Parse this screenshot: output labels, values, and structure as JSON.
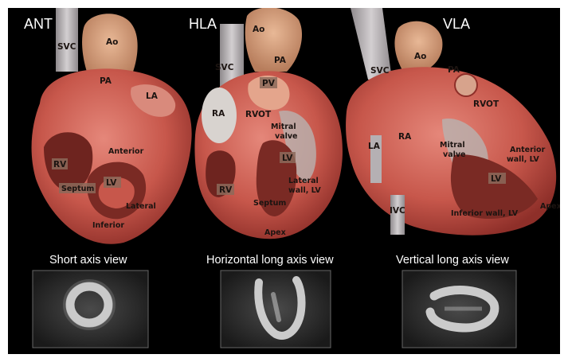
{
  "views": [
    {
      "title": "ANT",
      "caption": "Short axis view",
      "labels": {
        "svc": "SVC",
        "ao": "Ao",
        "pa": "PA",
        "la": "LA",
        "rv": "RV",
        "lv": "LV",
        "septum": "Septum",
        "anterior": "Anterior",
        "lateral": "Lateral",
        "inferior": "Inferior"
      }
    },
    {
      "title": "HLA",
      "caption": "Horizontal long axis view",
      "labels": {
        "ao": "Ao",
        "svc": "SVC",
        "pa": "PA",
        "pv": "PV",
        "ra": "RA",
        "rvot": "RVOT",
        "mitral1": "Mitral",
        "mitral2": "valve",
        "lv": "LV",
        "rv": "RV",
        "septum": "Septum",
        "lateral1": "Lateral",
        "lateral2": "wall, LV",
        "apex": "Apex"
      }
    },
    {
      "title": "VLA",
      "caption": "Vertical long axis view",
      "labels": {
        "svc": "SVC",
        "ao": "Ao",
        "pa": "PA",
        "rvot": "RVOT",
        "la": "LA",
        "ra": "RA",
        "mitral1": "Mitral",
        "mitral2": "valve",
        "anterior1": "Anterior",
        "anterior2": "wall, LV",
        "lv": "LV",
        "ivc": "IVC",
        "inferior": "Inferior wall, LV",
        "apex": "Apex"
      }
    }
  ],
  "colors": {
    "background": "#000000",
    "frame": "#ffffff",
    "myocardium": "#c7574b",
    "vessel": "#b5b0b3",
    "aorta": "#d49a78",
    "label_box": "#8c6a5a"
  }
}
